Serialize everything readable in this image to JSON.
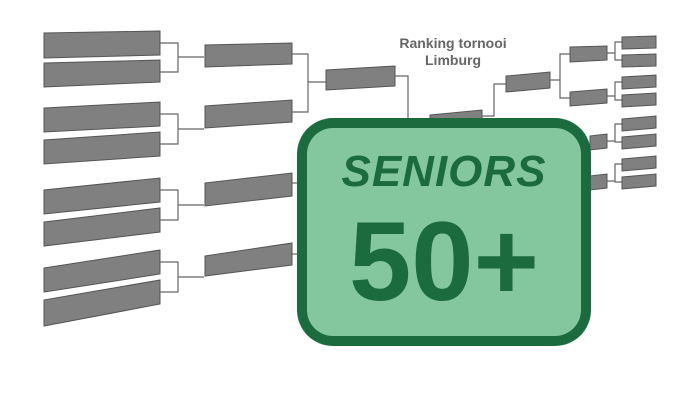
{
  "title_line1": "Ranking tornooi",
  "title_line2": "Limburg",
  "badge": {
    "line1": "SENIORS",
    "line2": "50+",
    "border_color": "#1b6b3f",
    "fill_color": "#84c69e",
    "text_color": "#1b6b3f"
  },
  "bracket": {
    "slot_color": "#808080",
    "line_color": "#666666"
  }
}
